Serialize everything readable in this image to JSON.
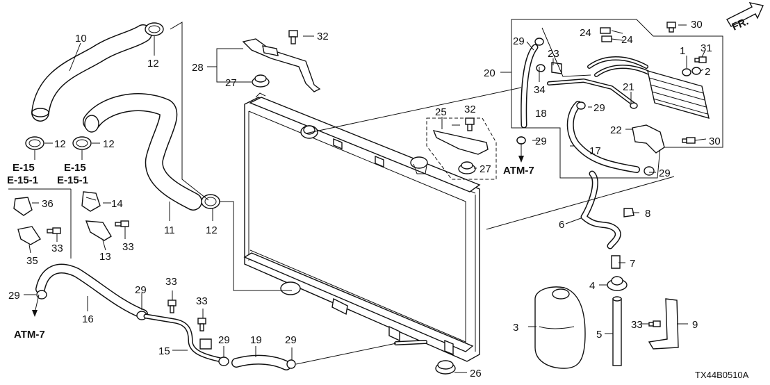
{
  "callouts": {
    "c1": "1",
    "c2": "2",
    "c3": "3",
    "c4": "4",
    "c5": "5",
    "c6": "6",
    "c7": "7",
    "c8": "8",
    "c9": "9",
    "c10": "10",
    "c11": "11",
    "c12a": "12",
    "c12b": "12",
    "c12c": "12",
    "c12d": "12",
    "c13": "13",
    "c14": "14",
    "c15": "15",
    "c16": "16",
    "c17": "17",
    "c18": "18",
    "c19": "19",
    "c20": "20",
    "c21": "21",
    "c22": "22",
    "c23": "23",
    "c24a": "24",
    "c24b": "24",
    "c25": "25",
    "c26": "26",
    "c27a": "27",
    "c27b": "27",
    "c28": "28",
    "c29a": "29",
    "c29b": "29",
    "c29c": "29",
    "c29d": "29",
    "c29e": "29",
    "c29f": "29",
    "c29g": "29",
    "c30a": "30",
    "c30b": "30",
    "c31": "31",
    "c32a": "32",
    "c32b": "32",
    "c33a": "33",
    "c33b": "33",
    "c33c": "33",
    "c33d": "33",
    "c33e": "33",
    "c34": "34",
    "c35": "35",
    "c36": "36"
  },
  "references": {
    "e15_left": "E-15",
    "e151_left": "E-15-1",
    "e15_right": "E-15",
    "e151_right": "E-15-1",
    "atm7_left": "ATM-7",
    "atm7_right": "ATM-7"
  },
  "direction_label": "FR.",
  "diagram_code": "TX44B0510A"
}
